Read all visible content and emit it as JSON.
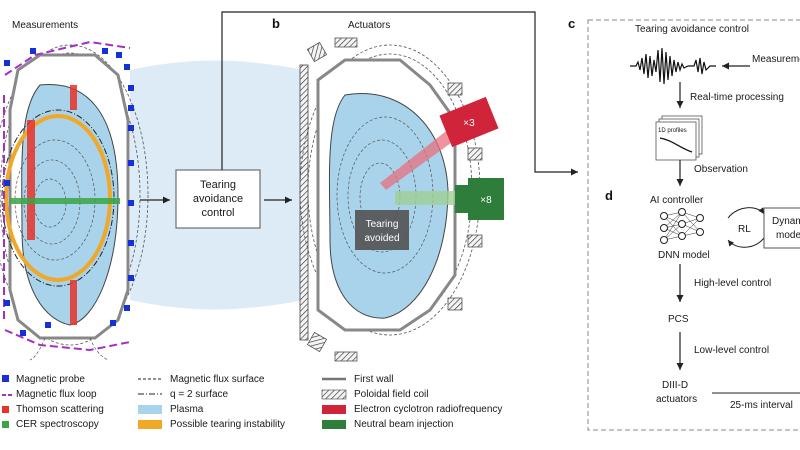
{
  "panels": {
    "a": {
      "title": "Measurements"
    },
    "b": {
      "letter": "b",
      "title": "Actuators",
      "ec_count": "×3",
      "nb_count": "×8",
      "tearing_line1": "Tearing",
      "tearing_line2": "avoided"
    },
    "c": {
      "letter": "c",
      "title": "Tearing avoidance control"
    },
    "d": {
      "letter": "d"
    }
  },
  "center_box": {
    "line1": "Tearing",
    "line2": "avoidance",
    "line3": "control"
  },
  "control_flow": {
    "measurements": "Measurements",
    "realtime": "Real-time processing",
    "profiles": "1D profiles",
    "observation": "Observation",
    "ai_controller": "AI controller",
    "dnn_model": "DNN model",
    "rl": "RL",
    "dynamics_line1": "Dynamics",
    "dynamics_line2": "model",
    "high_level": "High-level control",
    "pcs": "PCS",
    "low_level": "Low-level control",
    "diiid_line1": "DIII-D",
    "diiid_line2": "actuators",
    "interval": "25-ms interval"
  },
  "legend": {
    "col1": [
      "Magnetic probe",
      "Magnetic flux loop",
      "Thomson scattering",
      "CER spectroscopy"
    ],
    "col2": [
      "Magnetic flux surface",
      "q = 2 surface",
      "Plasma",
      "Possible tearing instability"
    ],
    "col3": [
      "First wall",
      "Poloidal field coil",
      "Electron cyclotron radiofrequency",
      "Neutral beam injection"
    ]
  },
  "colors": {
    "plasma": "#a9d3ea",
    "tearing": "#f0a829",
    "ec": "#d0243b",
    "nb": "#2e7d3a",
    "probe": "#1430d6",
    "flux_loop": "#a52fc3",
    "thomson": "#e8332a",
    "cer": "#3aa544",
    "beam_bg": "#d6e8f5"
  }
}
